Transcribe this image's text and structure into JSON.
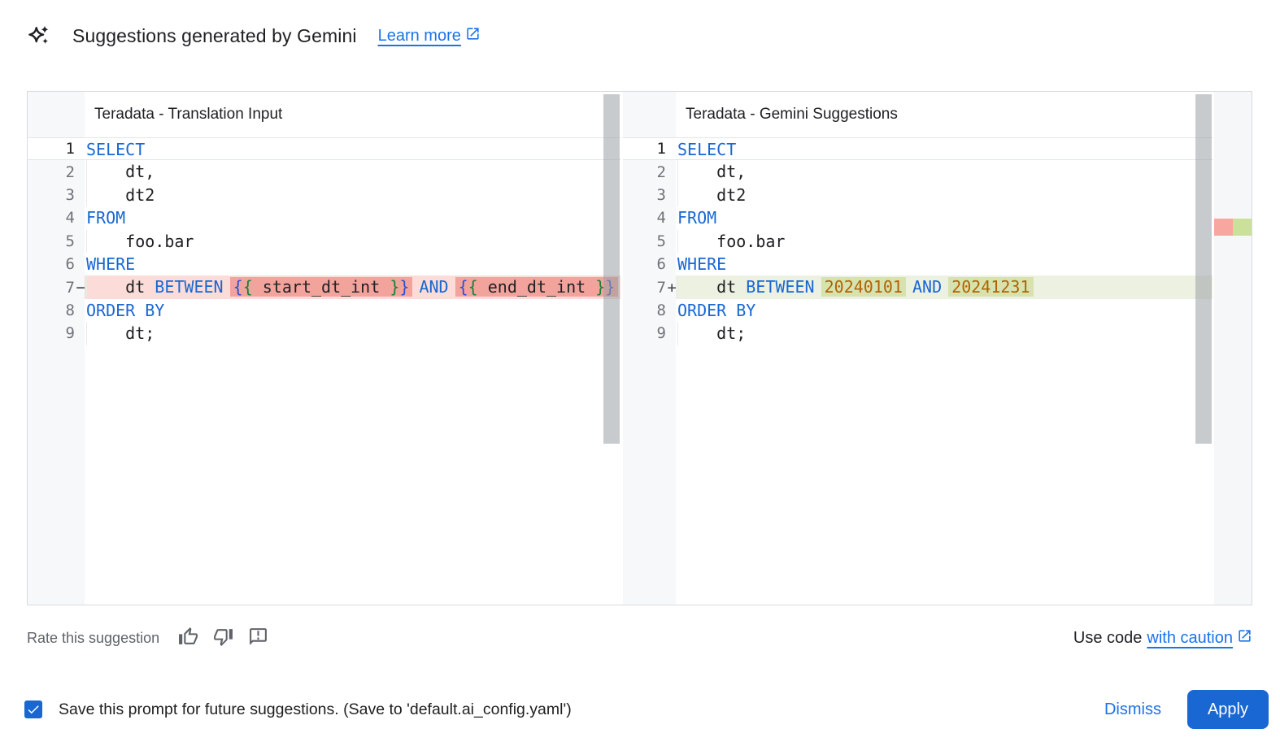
{
  "header": {
    "icon": "gemini-spark-icon",
    "title": "Suggestions generated by Gemini",
    "learn_more_label": "Learn more",
    "learn_more_icon": "open-in-new-icon"
  },
  "panels": {
    "left": {
      "title": "Teradata - Translation Input",
      "lines": [
        {
          "num": "1",
          "current": true,
          "tokens": [
            {
              "t": "SELECT",
              "c": "kw"
            }
          ]
        },
        {
          "num": "2",
          "ind": true,
          "tokens": [
            {
              "t": "    dt,"
            }
          ]
        },
        {
          "num": "3",
          "ind": true,
          "tokens": [
            {
              "t": "    dt2"
            }
          ]
        },
        {
          "num": "4",
          "tokens": [
            {
              "t": "FROM",
              "c": "kw"
            }
          ]
        },
        {
          "num": "5",
          "ind": true,
          "tokens": [
            {
              "t": "    foo.bar"
            }
          ]
        },
        {
          "num": "6",
          "tokens": [
            {
              "t": "WHERE",
              "c": "kw"
            }
          ]
        },
        {
          "num": "7",
          "mark": "−",
          "diff": "removed",
          "ind": true,
          "tokens": [
            {
              "t": "    dt "
            },
            {
              "t": "BETWEEN",
              "c": "kw"
            },
            {
              "t": " "
            },
            {
              "g": [
                {
                  "t": "{",
                  "c": "brb"
                },
                {
                  "t": "{",
                  "c": "brg"
                },
                {
                  "t": " start_dt_int "
                },
                {
                  "t": "}",
                  "c": "brg"
                },
                {
                  "t": "}",
                  "c": "brb"
                }
              ]
            },
            {
              "t": " "
            },
            {
              "t": "AND",
              "c": "kw"
            },
            {
              "t": " "
            },
            {
              "g": [
                {
                  "t": "{",
                  "c": "brb"
                },
                {
                  "t": "{",
                  "c": "brg"
                },
                {
                  "t": " end_dt_int "
                },
                {
                  "t": "}",
                  "c": "brg"
                },
                {
                  "t": "}",
                  "c": "brb"
                }
              ]
            }
          ]
        },
        {
          "num": "8",
          "tokens": [
            {
              "t": "ORDER BY",
              "c": "kw"
            }
          ]
        },
        {
          "num": "9",
          "ind": true,
          "tokens": [
            {
              "t": "    dt;"
            }
          ]
        }
      ]
    },
    "right": {
      "title": "Teradata - Gemini Suggestions",
      "lines": [
        {
          "num": "1",
          "current": true,
          "tokens": [
            {
              "t": "SELECT",
              "c": "kw"
            }
          ]
        },
        {
          "num": "2",
          "ind": true,
          "tokens": [
            {
              "t": "    dt,"
            }
          ]
        },
        {
          "num": "3",
          "ind": true,
          "tokens": [
            {
              "t": "    dt2"
            }
          ]
        },
        {
          "num": "4",
          "tokens": [
            {
              "t": "FROM",
              "c": "kw"
            }
          ]
        },
        {
          "num": "5",
          "ind": true,
          "tokens": [
            {
              "t": "    foo.bar"
            }
          ]
        },
        {
          "num": "6",
          "tokens": [
            {
              "t": "WHERE",
              "c": "kw"
            }
          ]
        },
        {
          "num": "7",
          "mark": "+",
          "diff": "added",
          "ind": true,
          "tokens": [
            {
              "t": "    dt "
            },
            {
              "t": "BETWEEN",
              "c": "kw"
            },
            {
              "t": " "
            },
            {
              "g": [
                {
                  "t": "20240101",
                  "c": "num"
                }
              ]
            },
            {
              "t": " "
            },
            {
              "t": "AND",
              "c": "kw"
            },
            {
              "t": " "
            },
            {
              "g": [
                {
                  "t": "20241231",
                  "c": "num"
                }
              ]
            }
          ]
        },
        {
          "num": "8",
          "tokens": [
            {
              "t": "ORDER BY",
              "c": "kw"
            }
          ]
        },
        {
          "num": "9",
          "ind": true,
          "tokens": [
            {
              "t": "    dt;"
            }
          ]
        }
      ],
      "overview_marker": {
        "removed": "#f8a7a0",
        "added": "#cbe09b"
      }
    }
  },
  "rate": {
    "label": "Rate this suggestion",
    "icons": [
      "thumb-up-icon",
      "thumb-down-icon",
      "feedback-icon"
    ]
  },
  "use_code": {
    "prefix": "Use code",
    "link_label": "with caution",
    "link_icon": "open-in-new-icon"
  },
  "footer": {
    "checkbox_checked": true,
    "save_label": "Save this prompt for future suggestions. (Save to 'default.ai_config.yaml')",
    "dismiss_label": "Dismiss",
    "apply_label": "Apply"
  },
  "colors": {
    "accent_blue": "#1a73e8",
    "primary_button_blue": "#1967d2",
    "header_text": "#202124",
    "muted_text": "#5f6368",
    "keyword": "#1967d2",
    "number_literal": "#b26205",
    "bracket_outer": "#2d4fd1",
    "bracket_inner": "#188038",
    "removed_line_bg": "#fbdcd8",
    "removed_token_bg": "#f2a49c",
    "added_line_bg": "#edf1e2",
    "added_token_bg": "#d6e3ae",
    "overview_removed": "#f8a7a0",
    "overview_added": "#cbe09b",
    "gutter_bg": "#f7f8f9",
    "scrollbar_thumb": "#9aa0a6"
  }
}
